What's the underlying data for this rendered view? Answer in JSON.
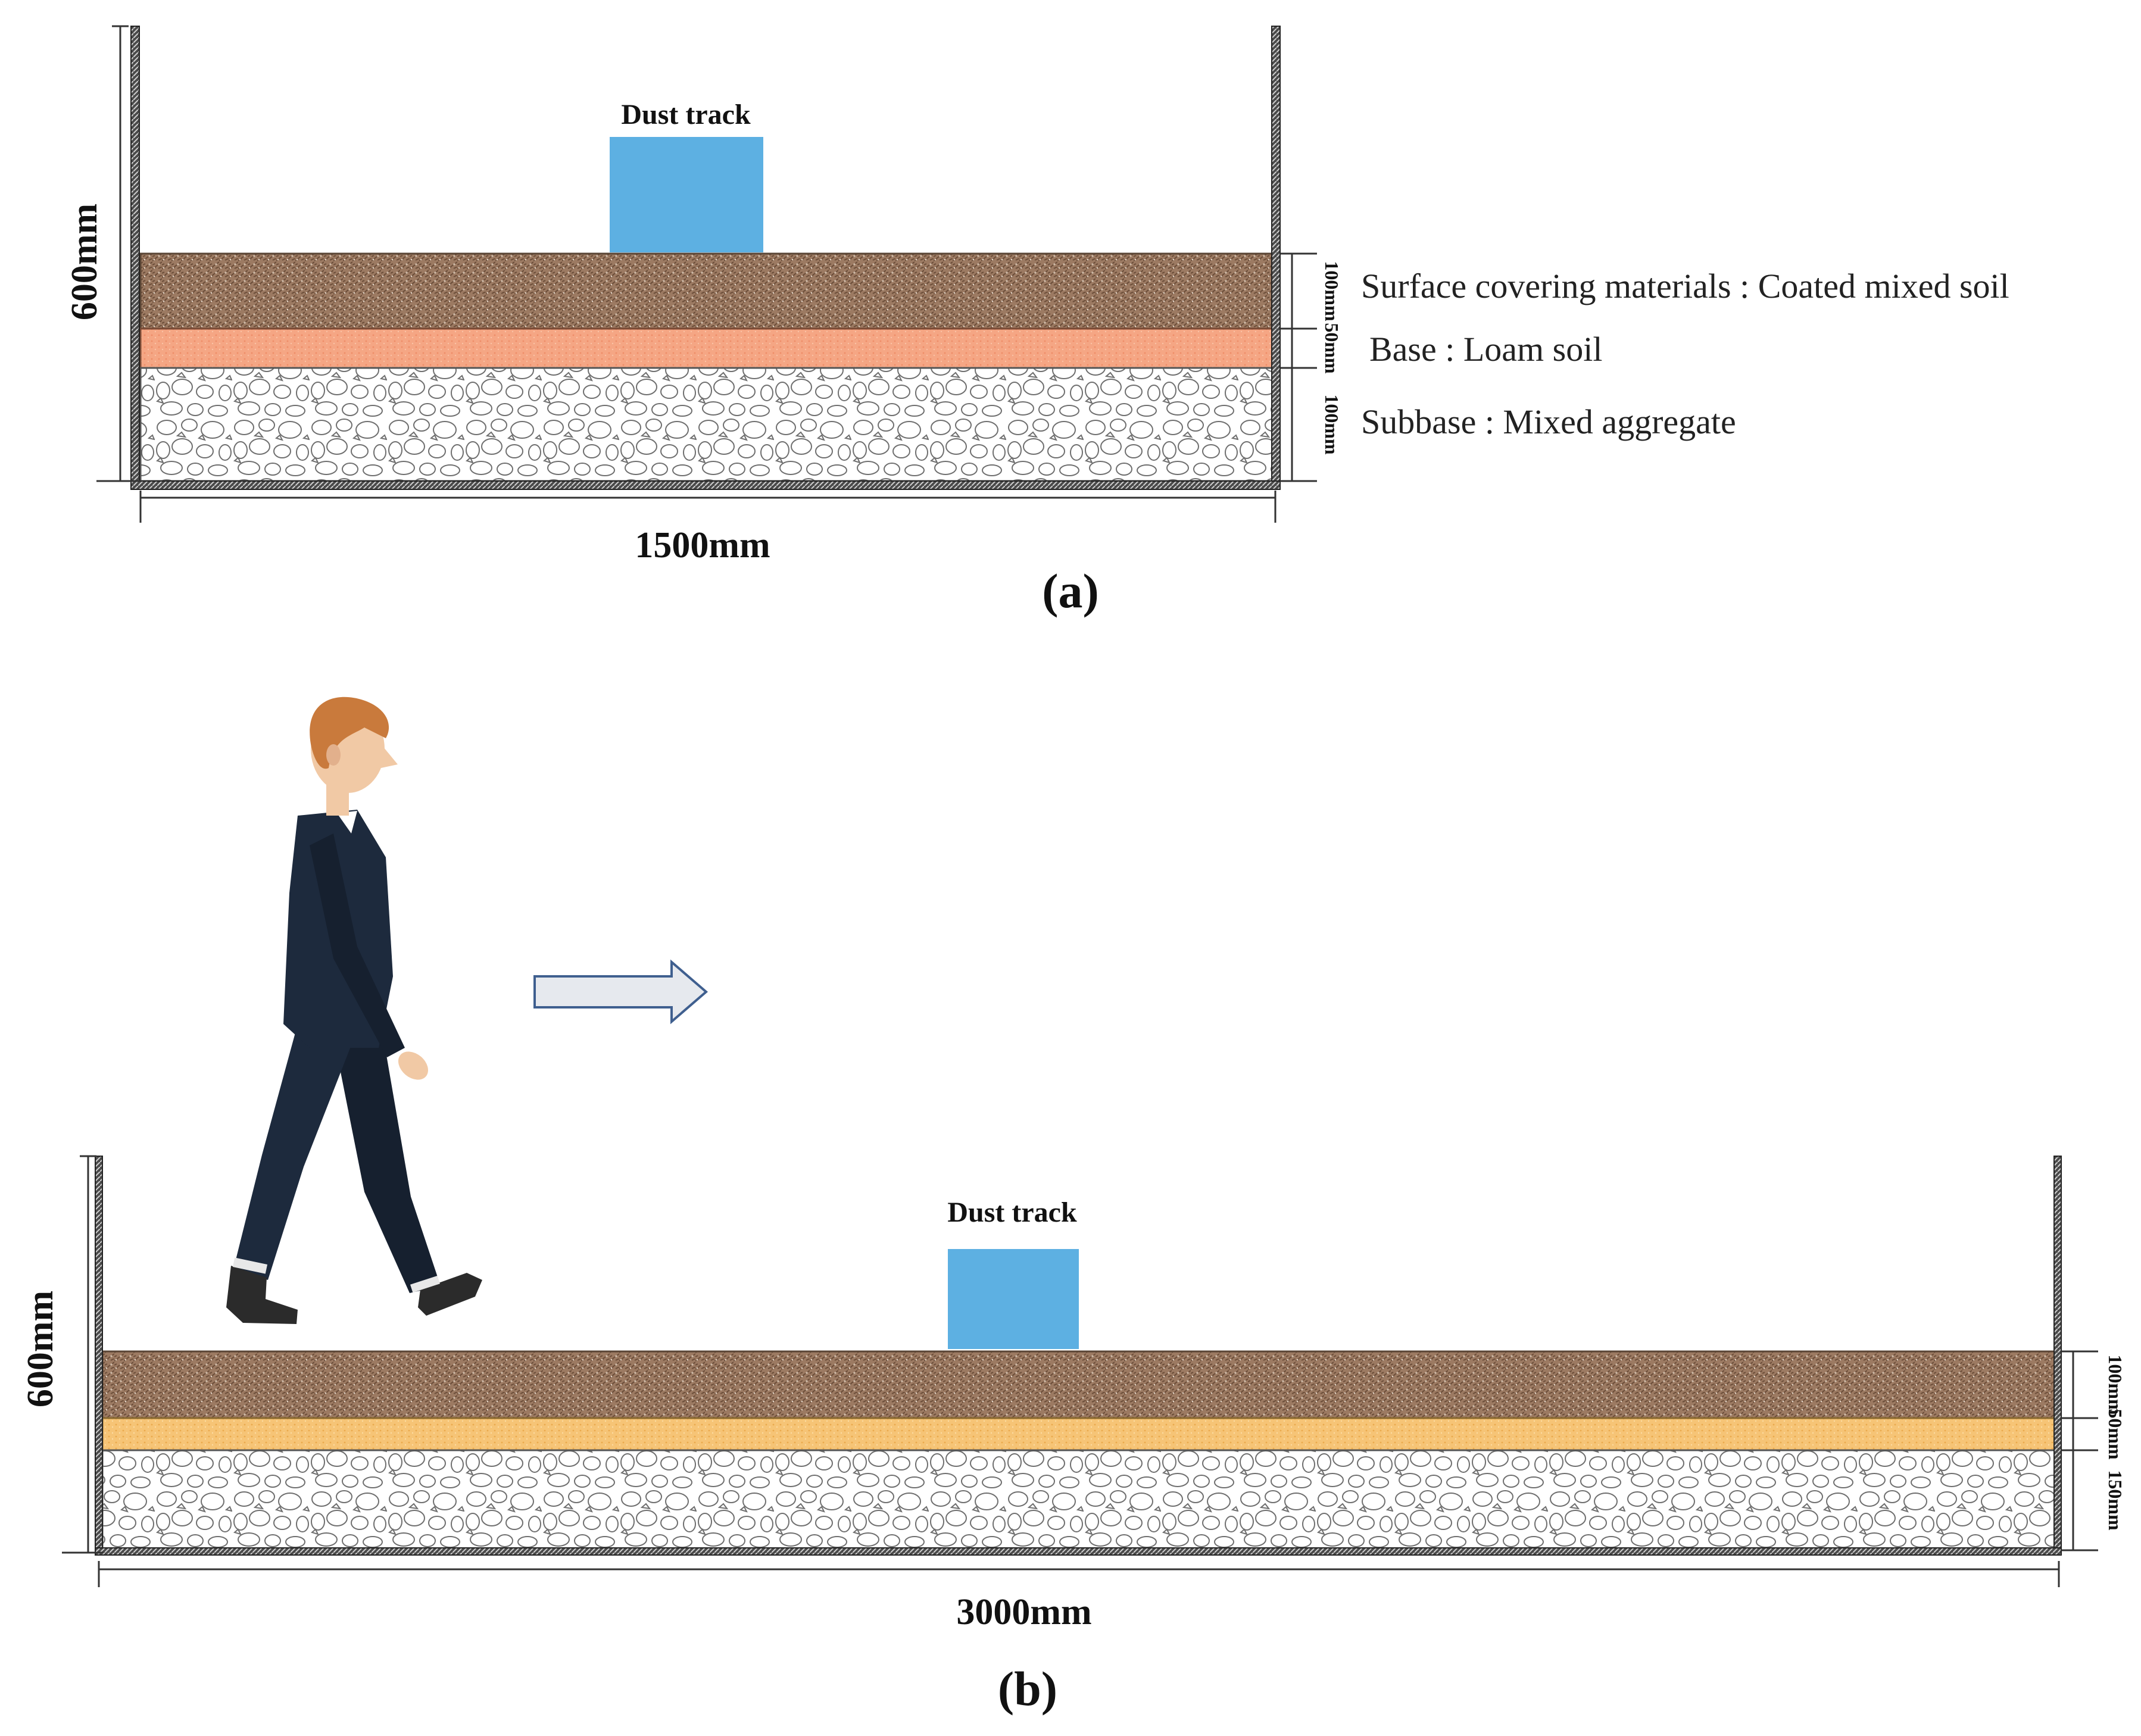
{
  "panel_a": {
    "instrument_label": "Dust track",
    "height_label": "600mm",
    "width_label": "1500mm",
    "layer_thickness_labels": [
      "100mm",
      "50mm",
      "100mm"
    ],
    "layer_descriptions": [
      "Surface covering materials : Coated mixed soil",
      "Base : Loam soil",
      "Subbase : Mixed aggregate"
    ],
    "caption": "(a)"
  },
  "panel_b": {
    "instrument_label": "Dust track",
    "height_label": "600mm",
    "width_label": "3000mm",
    "layer_thickness_labels": [
      "100mm",
      "50mm",
      "150mm"
    ],
    "caption": "(b)"
  },
  "colors": {
    "surface_layer": "#9c7a62",
    "base_layer_a": "#f5a684",
    "base_layer_b": "#f6c476",
    "dust_track": "#5db0e2",
    "suit": "#1d2a3d",
    "hair": "#c97a3c",
    "skin": "#f1c9a5",
    "arrow_fill": "#e6e9ee",
    "arrow_stroke": "#3f5f8f"
  },
  "icons": {
    "walker": "walking-person-icon",
    "direction": "arrow-right-icon"
  }
}
